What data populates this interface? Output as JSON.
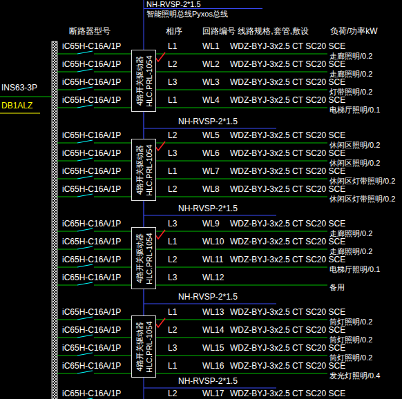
{
  "diagram": {
    "nodes": [
      {
        "text": [
          "4路开关驱动器",
          "HLC.PRL-1054"
        ]
      },
      {
        "text": [
          "4路开关驱动器",
          "HLC.PRL-1054"
        ]
      },
      {
        "text": [
          "4路开关驱动器",
          "HLC.PRL-1054"
        ]
      },
      {
        "text": [
          "4路开关驱动器",
          "HLC.PRL-1054"
        ]
      }
    ],
    "edges": [
      {
        "from": 0,
        "to": 1,
        "arrow": "none",
        "label": "NH-RVSP-2*1.5"
      },
      {
        "from": 1,
        "to": 2,
        "arrow": "none",
        "label": "NH-RVSP-2*1.5"
      },
      {
        "from": 2,
        "to": 3,
        "arrow": "none",
        "label": "NH-RVSP-2*1.5"
      }
    ],
    "labels": [
      "NH-RVSP-2*1.5",
      "智能照明总线Pyxos总线",
      "断路器型号",
      "相序",
      "回路编号 线路规格,套管,敷设",
      "负荷/功率kW",
      "INS63-3P",
      "DB1ALZ",
      "iC65H-C16A/1P",
      "L1",
      "WL1",
      "WDZ-BYJ-3x2.5 CT SC20 SCE",
      "走廊照明/0.2",
      "iC65H-C16A/1P",
      "L2",
      "WL2",
      "WDZ-BYJ-3x2.5 CT SC20 SCE",
      "走廊照明/0.2",
      "iC65H-C16A/1P",
      "L3",
      "WL3",
      "WDZ-BYJ-3x2.5 CT SC20 SCE",
      "灯带照明/0.2",
      "iC65H-C16A/1P",
      "L1",
      "WL4",
      "WDZ-BYJ-3x2.5 CT SC20 SCE",
      "电梯厅照明/0.1",
      "iC65H-C16A/1P",
      "L2",
      "WL5",
      "WDZ-BYJ-3x2.5 CT SC20 SCE",
      "休闲区照明/0.2",
      "iC65H-C16A/1P",
      "L3",
      "WL6",
      "WDZ-BYJ-3x2.5 CT SC20 SCE",
      "休闲区照明/0.2",
      "iC65H-C16A/1P",
      "L1",
      "WL7",
      "WDZ-BYJ-3x2.5 CT SC20 SCE",
      "休闲区灯带照明/0.2",
      "iC65H-C16A/1P",
      "L2",
      "WL8",
      "WDZ-BYJ-3x2.5 CT SC20 SCE",
      "休闲区灯带照明/0.2",
      "iC65H-C16A/1P",
      "L3",
      "WL9",
      "WDZ-BYJ-3x2.5 CT SC20 SCE",
      "走廊照明/0.2",
      "iC65H-C16A/1P",
      "L1",
      "WL10",
      "WDZ-BYJ-3x2.5 CT SC20 SCE",
      "走廊照明/0.2",
      "iC65H-C16A/1P",
      "L2",
      "WL11",
      "WDZ-BYJ-3x2.5 CT SC20 SCE",
      "电梯厅照明/0.1",
      "iC65H-C16A/1P",
      "L3",
      "WL12",
      "备用",
      "iC65H-C16A/1P",
      "L1",
      "WL13",
      "WDZ-BYJ-3x2.5 CT SC20 SCE",
      "筒灯照明/0.2",
      "iC65H-C16A/1P",
      "L2",
      "WL14",
      "WDZ-BYJ-3x2.5 CT SC20 SCE",
      "筒灯照明/0.2",
      "iC65H-C16A/1P",
      "L3",
      "WL15",
      "WDZ-BYJ-3x2.5 CT SC20 SCE",
      "筒灯照明/0.2",
      "iC65H-C16A/1P",
      "L1",
      "WL16",
      "WDZ-BYJ-3x2.5 CT SC20 SCE",
      "发光灯照明/0.4",
      "iC65H-C16A/1P",
      "L2",
      "WL17",
      "WDZ-BYJ-3x2.5 CT SC20 SCE",
      "NH-RVSP-2*1.5"
    ]
  }
}
